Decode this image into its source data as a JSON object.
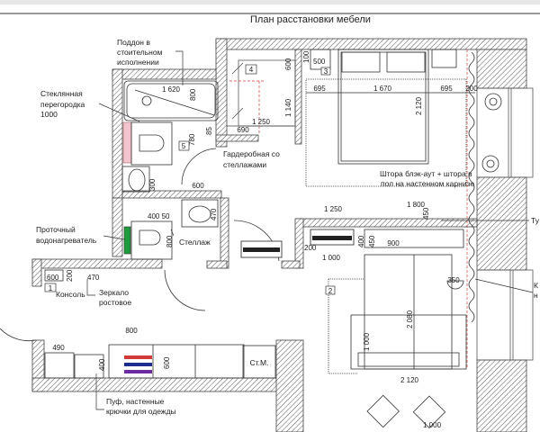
{
  "title": "План расстановки мебели",
  "labels": {
    "tray": [
      "Поддон в",
      "стоительном",
      "исполнении"
    ],
    "glass": [
      "Стеклянная",
      "перегородка",
      "1000"
    ],
    "wardrobe": [
      "Гардеробная со",
      "стеллажами"
    ],
    "curtain": [
      "Штора блэк-аут + штора в",
      "пол на настенном карнизе"
    ],
    "heater": [
      "Проточный",
      "водонагреватель"
    ],
    "shelf": "Стеллаж",
    "console": "Консоль",
    "mirror": [
      "Зеркало",
      "ростовое"
    ],
    "pouf": [
      "Пуф, настенные",
      "крючки для одежды"
    ],
    "tumba": "Ту",
    "right_k": [
      "К",
      "н"
    ],
    "stm": "Ст.М."
  },
  "room_numbers": {
    "r1": "1",
    "r2": "2",
    "r3": "3",
    "r4": "4",
    "r5": "5"
  },
  "dims": {
    "bath_len": "1 620",
    "bath_w": "800",
    "wc1": "780",
    "sink1": "300",
    "wc_pipe": "85",
    "d600a": "600",
    "d600b": "600",
    "d1250a": "1 250",
    "d690": "690",
    "d1140": "1 140",
    "d600c": "600",
    "d100": "100",
    "d500": "500",
    "d695a": "695",
    "d1670": "1 670",
    "d695b": "695",
    "d200a": "200",
    "d2120a": "2 120",
    "d1250b": "1 250",
    "d1800": "1 800",
    "d450a": "450",
    "d400a": "400",
    "d200b": "200",
    "d1000a": "1 000",
    "d400b": "400",
    "d450b": "450",
    "d900": "900",
    "d350": "350",
    "d2080": "2 080",
    "d1000b": "1 000",
    "d2120b": "2 120",
    "d1000c": "1 000",
    "d4050": "400 50",
    "d470": "470",
    "d800wc": "800",
    "d600con": "600",
    "d200con": "200",
    "d470m": "470",
    "d490": "490",
    "d400p": "400",
    "d800s": "800",
    "d600s": "600"
  },
  "colors": {
    "wall_hatch": "#555555",
    "line": "#333333",
    "accent_red": "#d23a3a",
    "pink": "#f2c4cf",
    "green": "#1f9a3c",
    "blue": "#1d2d8f",
    "purple": "#6a2ca0"
  }
}
